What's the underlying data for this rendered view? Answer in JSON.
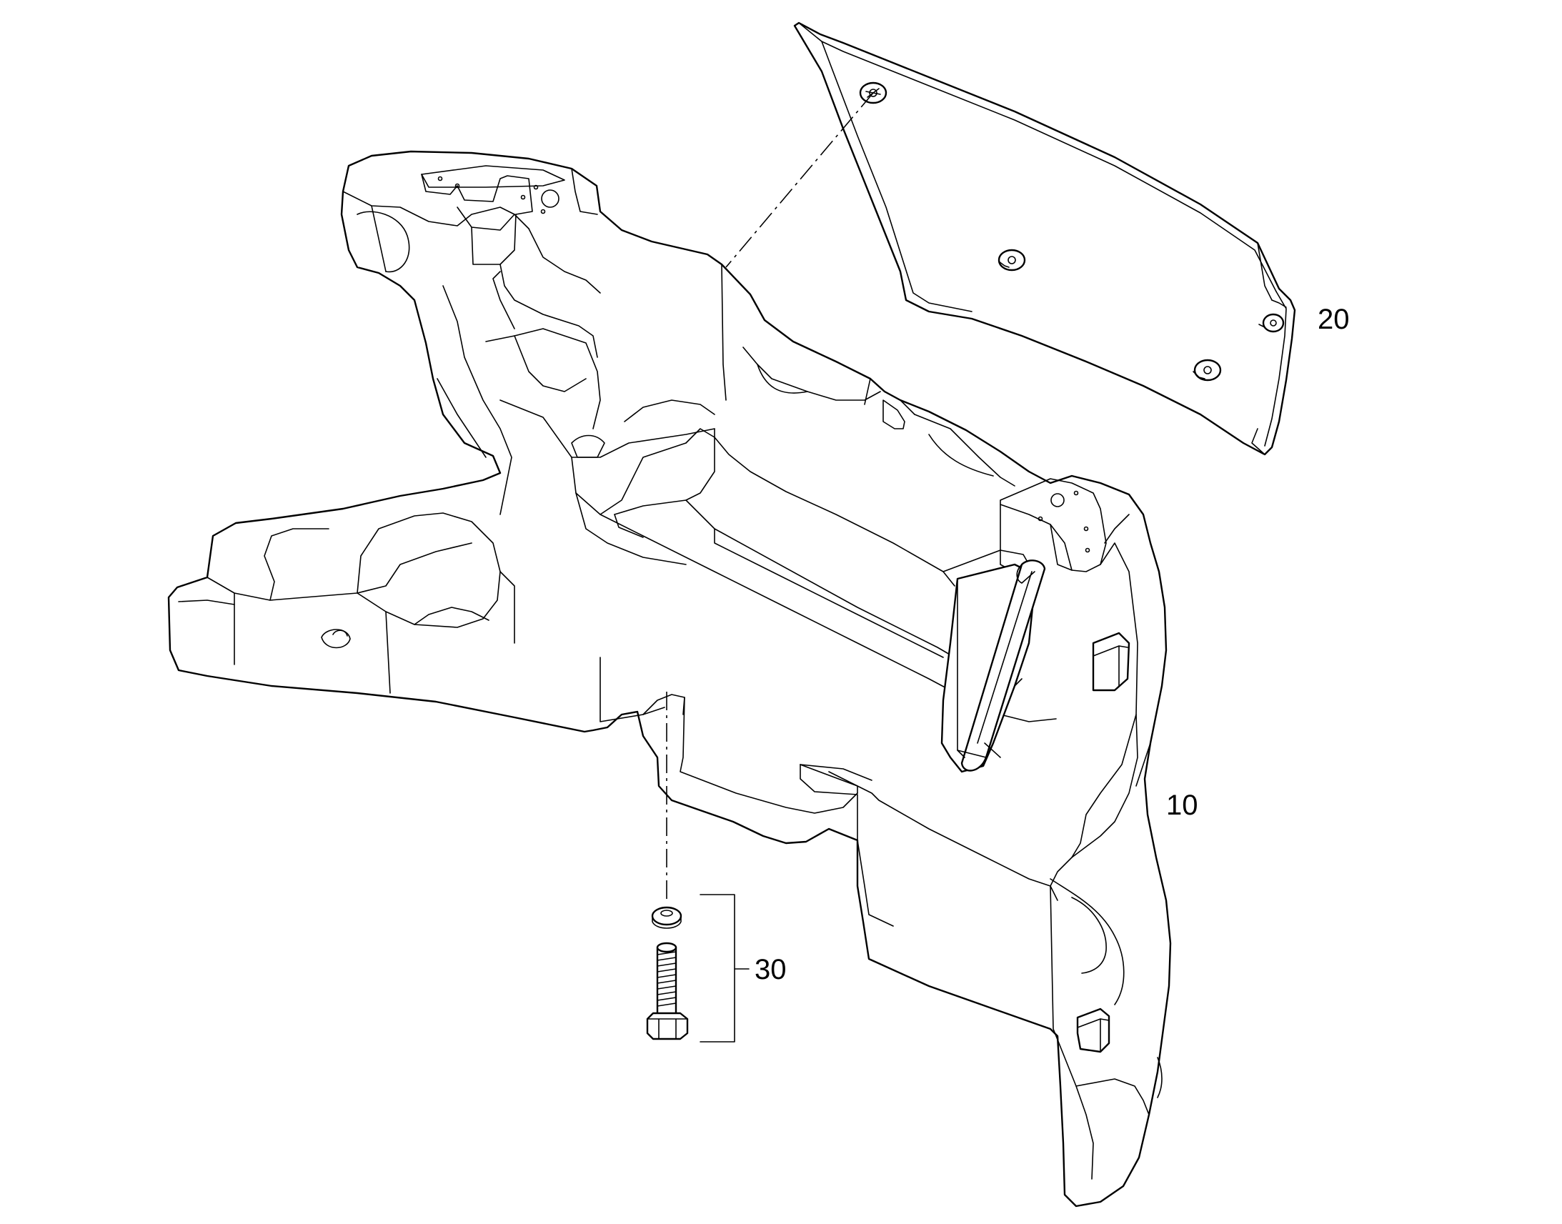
{
  "callouts": [
    {
      "id": "10",
      "text": "10"
    },
    {
      "id": "20",
      "text": "20"
    },
    {
      "id": "30",
      "text": "30"
    }
  ]
}
